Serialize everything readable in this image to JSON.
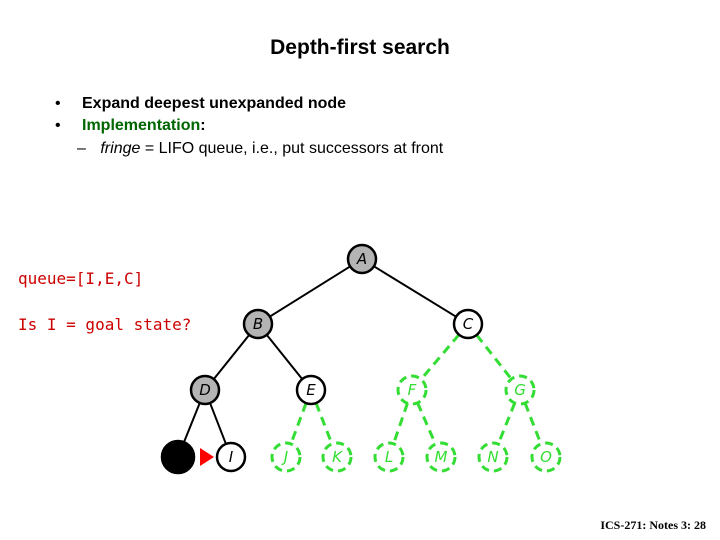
{
  "slide": {
    "title": "Depth-first search",
    "bullets": [
      {
        "bullet": "•",
        "text": "Expand deepest unexpanded node"
      },
      {
        "bullet": "•",
        "text": "Implementation",
        "suffix": ":"
      }
    ],
    "sub_bullet": {
      "dash": "–",
      "term": "fringe",
      "text": " = LIFO queue, i.e., put successors at front"
    },
    "queue_label": "queue=[I,E,C]",
    "goal_question": "Is I = goal state?",
    "footer": "ICS-271: Notes 3: 28"
  },
  "tree": {
    "colors": {
      "expanded_fill": "#b4b4b4",
      "frontier_fill": "#ffffff",
      "unexplored": "#33dd33",
      "current_marker": "#ff0000",
      "removed_fill": "#000000"
    },
    "nodes": [
      {
        "id": "A",
        "label": "A",
        "state": "expanded"
      },
      {
        "id": "B",
        "label": "B",
        "state": "expanded"
      },
      {
        "id": "C",
        "label": "C",
        "state": "frontier"
      },
      {
        "id": "D",
        "label": "D",
        "state": "expanded"
      },
      {
        "id": "E",
        "label": "E",
        "state": "frontier"
      },
      {
        "id": "F",
        "label": "F",
        "state": "unexplored"
      },
      {
        "id": "G",
        "label": "G",
        "state": "unexplored"
      },
      {
        "id": "H",
        "label": "",
        "state": "removed"
      },
      {
        "id": "I",
        "label": "I",
        "state": "current"
      },
      {
        "id": "J",
        "label": "J",
        "state": "unexplored"
      },
      {
        "id": "K",
        "label": "K",
        "state": "unexplored"
      },
      {
        "id": "L",
        "label": "L",
        "state": "unexplored"
      },
      {
        "id": "M",
        "label": "M",
        "state": "unexplored"
      },
      {
        "id": "N",
        "label": "N",
        "state": "unexplored"
      },
      {
        "id": "O",
        "label": "O",
        "state": "unexplored"
      }
    ],
    "edges": [
      {
        "from": "A",
        "to": "B",
        "style": "solid"
      },
      {
        "from": "A",
        "to": "C",
        "style": "solid"
      },
      {
        "from": "B",
        "to": "D",
        "style": "solid"
      },
      {
        "from": "B",
        "to": "E",
        "style": "solid"
      },
      {
        "from": "C",
        "to": "F",
        "style": "dashed"
      },
      {
        "from": "C",
        "to": "G",
        "style": "dashed"
      },
      {
        "from": "D",
        "to": "H",
        "style": "solid"
      },
      {
        "from": "D",
        "to": "I",
        "style": "solid"
      },
      {
        "from": "E",
        "to": "J",
        "style": "dashed"
      },
      {
        "from": "E",
        "to": "K",
        "style": "dashed"
      },
      {
        "from": "F",
        "to": "L",
        "style": "dashed"
      },
      {
        "from": "F",
        "to": "M",
        "style": "dashed"
      },
      {
        "from": "G",
        "to": "N",
        "style": "dashed"
      },
      {
        "from": "G",
        "to": "O",
        "style": "dashed"
      }
    ]
  }
}
